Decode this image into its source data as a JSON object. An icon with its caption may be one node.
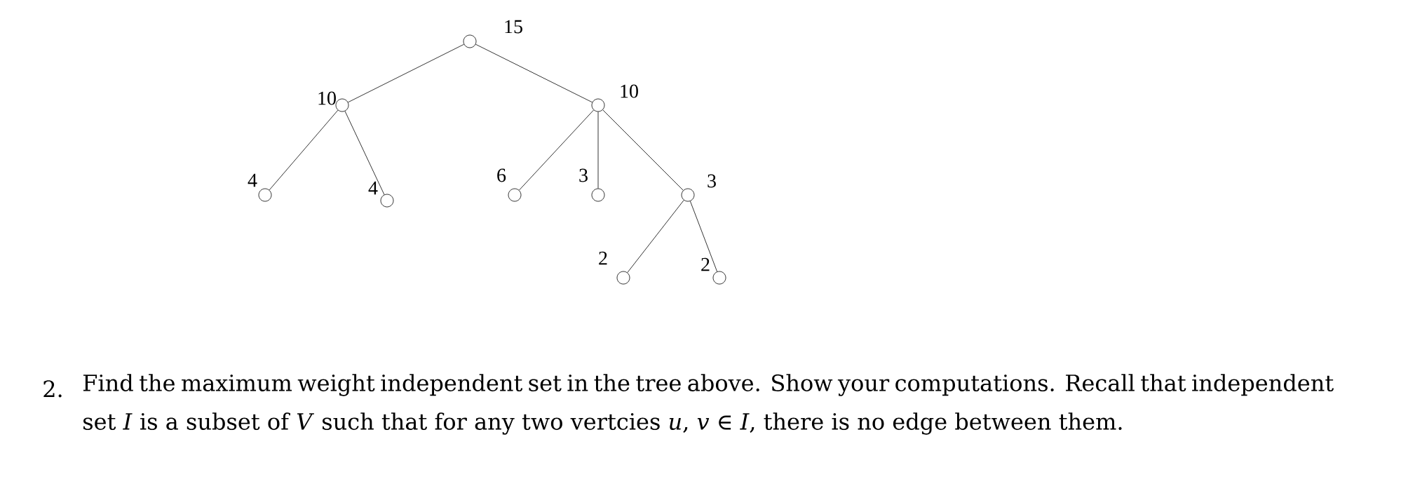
{
  "diagram": {
    "nodes": [
      {
        "text": [],
        "shape": "circle",
        "beside": [
          "15"
        ]
      },
      {
        "text": [],
        "shape": "circle",
        "beside": [
          "10"
        ]
      },
      {
        "text": [],
        "shape": "circle",
        "beside": [
          "10"
        ]
      },
      {
        "text": [],
        "shape": "circle",
        "beside": [
          "4"
        ]
      },
      {
        "text": [],
        "shape": "circle",
        "beside": [
          "4"
        ]
      },
      {
        "text": [],
        "shape": "circle",
        "beside": [
          "6"
        ]
      },
      {
        "text": [],
        "shape": "circle",
        "beside": [
          "3"
        ]
      },
      {
        "text": [],
        "shape": "circle",
        "beside": [
          "3"
        ]
      },
      {
        "text": [],
        "shape": "circle",
        "beside": [
          "2"
        ]
      },
      {
        "text": [],
        "shape": "circle",
        "beside": [
          "2"
        ]
      }
    ],
    "edges": [
      {
        "from": 0,
        "to": 1,
        "arrow": "none"
      },
      {
        "from": 0,
        "to": 2,
        "arrow": "none"
      },
      {
        "from": 1,
        "to": 3,
        "arrow": "none"
      },
      {
        "from": 1,
        "to": 4,
        "arrow": "none"
      },
      {
        "from": 2,
        "to": 5,
        "arrow": "none"
      },
      {
        "from": 2,
        "to": 6,
        "arrow": "none"
      },
      {
        "from": 2,
        "to": 7,
        "arrow": "none"
      },
      {
        "from": 7,
        "to": 8,
        "arrow": "none"
      },
      {
        "from": 7,
        "to": 9,
        "arrow": "none"
      }
    ],
    "labels": [
      "2.",
      "Find the maximum weight independent set in the tree above. Show your computations. Recall that independent set *I* is a subset of *V* such that for any two vertcies *u*, *v* ∈ *I*, there is no edge between them."
    ]
  }
}
